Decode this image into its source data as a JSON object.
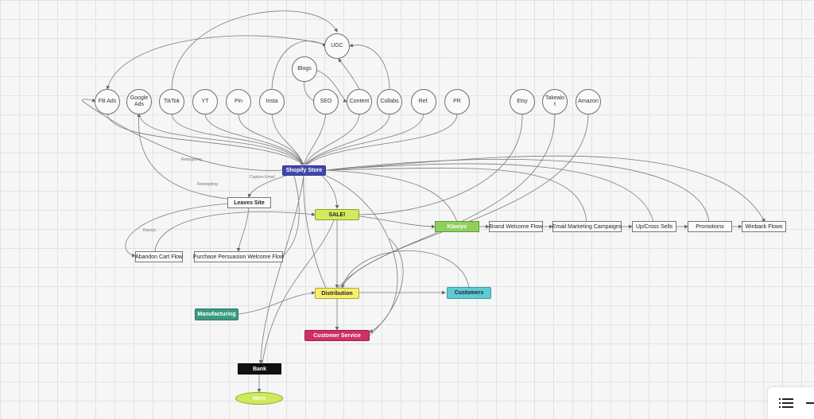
{
  "nodes": {
    "ugc": "UGC",
    "blogs": "Blogs",
    "fb_ads": "FB Ads",
    "google_ads": "Google Ads",
    "tiktok": "TikTok",
    "yt": "YT",
    "pin": "Pin",
    "insta": "Insta",
    "seo": "SEO",
    "content": "Content",
    "collabs": "Collabs",
    "ref": "Ref.",
    "pr": "PR",
    "etsy": "Etsy",
    "takealot": "Takealot",
    "amazon": "Amazon",
    "shopify_store": "Shopify Store",
    "leaves_site": "Leaves Site",
    "sale": "SALE!",
    "klaviyo": "Klaviyo",
    "brand_welcome_flow": "Brand Welcome Flow",
    "email_marketing": "Email Marketing Campaigns",
    "upcross_sells": "Up/Cross Sells",
    "promotions": "Promotions",
    "winback_flows": "Winback Flows",
    "abandon_cart_flow": "Abandon Cart Flow",
    "purchase_persuasion": "Purchase Persuasion Welcome Flow",
    "distribution": "Distribution",
    "customers": "Customers",
    "manufacturing": "Manufacturing",
    "customer_service": "Customer Service",
    "bank": "Bank",
    "hero": "Hero"
  },
  "edge_labels": {
    "retargeting_1": "Retargeting",
    "retargeting_2": "Retargeting",
    "capture_email": "Capture Email",
    "klaviyo": "Klaviyo"
  },
  "colors": {
    "shopify": "#3e48a8",
    "sale": "#d4ea5c",
    "klaviyo": "#8fcf5e",
    "distribution": "#f6ef6e",
    "customers": "#5ecad4",
    "manufacturing": "#3a9a80",
    "customer_service": "#cf2f68",
    "bank": "#111111",
    "hero": "#cdea5a"
  },
  "toolbar": {
    "list_icon": "list-icon"
  }
}
